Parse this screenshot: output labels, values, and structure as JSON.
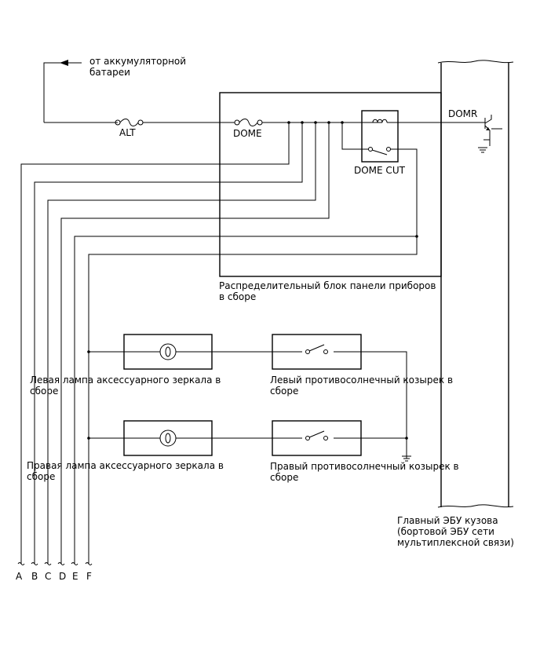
{
  "labels": {
    "battery_line1": "от аккумуляторной",
    "battery_line2": "батареи",
    "fuse_alt": "ALT",
    "fuse_dome": "DOME",
    "relay_dome_cut": "DOME CUT",
    "signal_domr": "DOMR",
    "junction_block_line1": "Распределительный блок панели приборов",
    "junction_block_line2": "в сборе",
    "left_lamp_line1": "Левая лампа аксессуарного зеркала в",
    "left_lamp_line2": "сборе",
    "left_visor_line1": "Левый противосолнечный козырек в",
    "left_visor_line2": "сборе",
    "right_lamp_line1": "Правая лампа аксессуарного зеркала в",
    "right_lamp_line2": "сборе",
    "right_visor_line1": "Правый противосолнечный козырек в",
    "right_visor_line2": "сборе",
    "ecu_line1": "Главный ЭБУ кузова",
    "ecu_line2": "(бортовой ЭБУ сети",
    "ecu_line3": "мультиплексной связи)"
  },
  "connectors": [
    "A",
    "B",
    "C",
    "D",
    "E",
    "F"
  ]
}
